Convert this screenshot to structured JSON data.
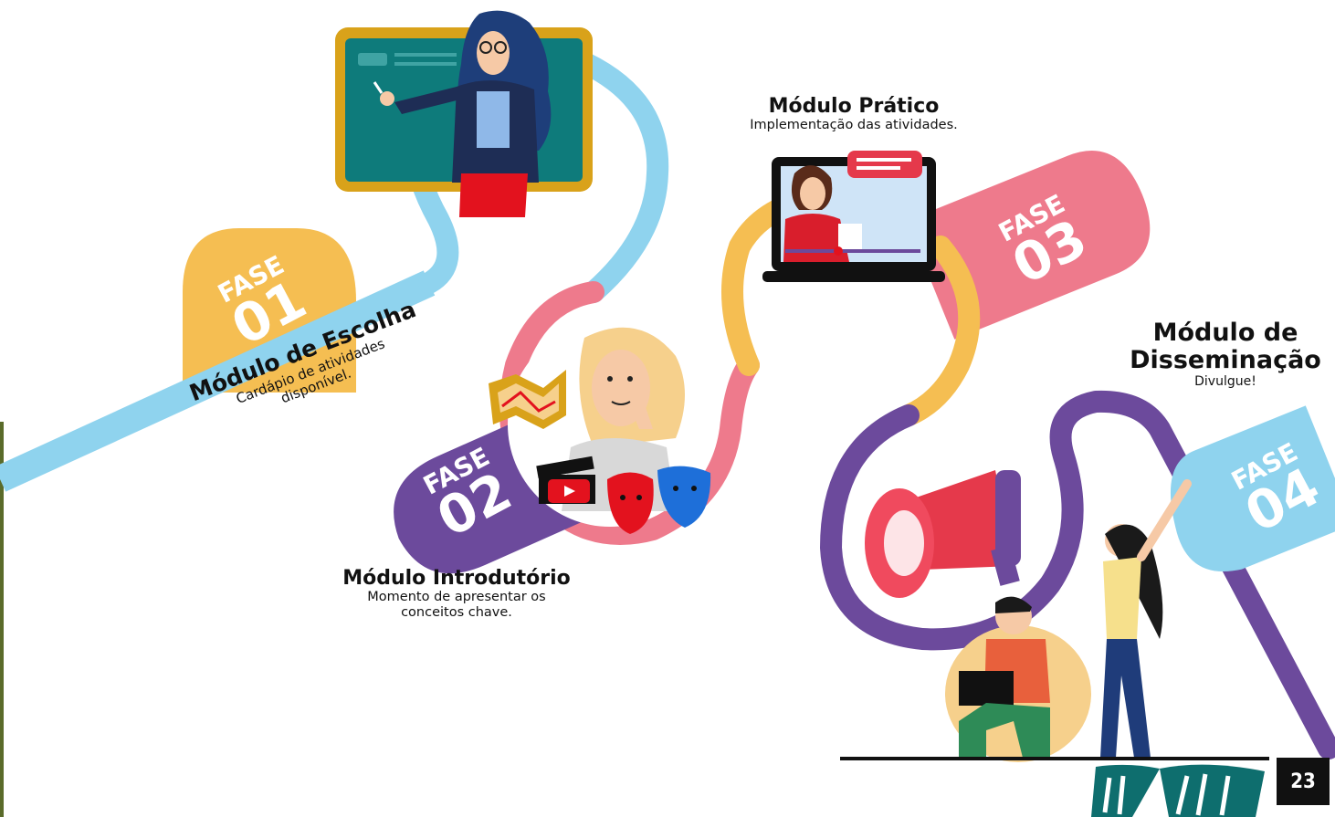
{
  "phases": [
    {
      "tag": "FASE",
      "number": "01",
      "color": "#F5BE52"
    },
    {
      "tag": "FASE",
      "number": "02",
      "color": "#6C4A9C"
    },
    {
      "tag": "FASE",
      "number": "03",
      "color": "#EE7A8C"
    },
    {
      "tag": "FASE",
      "number": "04",
      "color": "#8FD3EE"
    }
  ],
  "modules": {
    "escolha": {
      "title": "Módulo de Escolha",
      "desc_line1": "Cardápio de atividades",
      "desc_line2": "disponível."
    },
    "introdutorio": {
      "title": "Módulo Introdutório",
      "desc_line1": "Momento de apresentar os",
      "desc_line2": "conceitos chave."
    },
    "pratico": {
      "title": "Módulo Prático",
      "desc_line1": "Implementação das atividades."
    },
    "disseminacao": {
      "title_line1": "Módulo de",
      "title_line2": "Disseminação",
      "desc_line1": "Divulgue!"
    }
  },
  "page_number": "23",
  "path_colors": {
    "blue": "#8FD3EE",
    "pink": "#EE7A8C",
    "yellow": "#F5BE52",
    "purple": "#6C4A9C"
  },
  "icons": [
    "teacher-blackboard-icon",
    "thinking-woman-icon",
    "theater-masks-icon",
    "clapperboard-icon",
    "video-play-icon",
    "map-icon",
    "laptop-video-lesson-icon",
    "megaphone-icon",
    "people-celebrating-icon",
    "palm-leaves-icon"
  ]
}
